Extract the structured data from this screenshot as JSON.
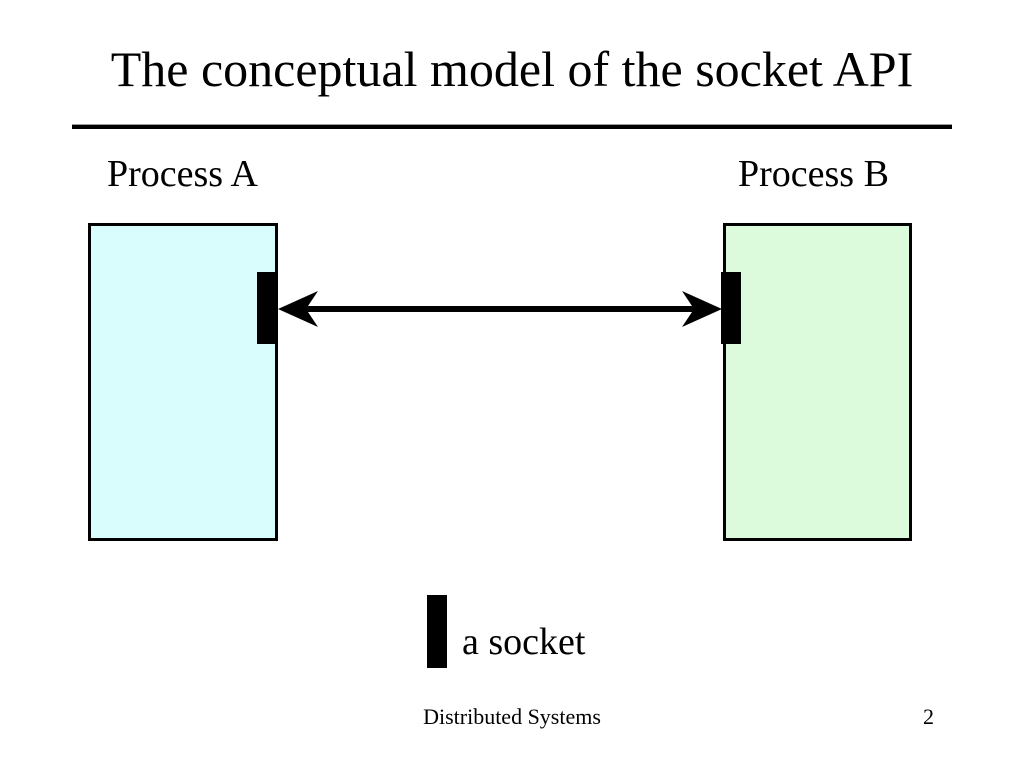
{
  "colors": {
    "background": "#FFFFFF",
    "text_color": "#000000",
    "process_a_fill": "#D9FCFC",
    "process_b_fill": "#DCFBDC",
    "socket_fill": "#000000",
    "arrow_color": "#000000"
  },
  "slide": {
    "title": "The conceptual model of the socket API",
    "process_a_label": "Process A",
    "process_b_label": "Process B",
    "legend_label": "a socket",
    "footer_text": "Distributed Systems",
    "page_number": "2"
  }
}
